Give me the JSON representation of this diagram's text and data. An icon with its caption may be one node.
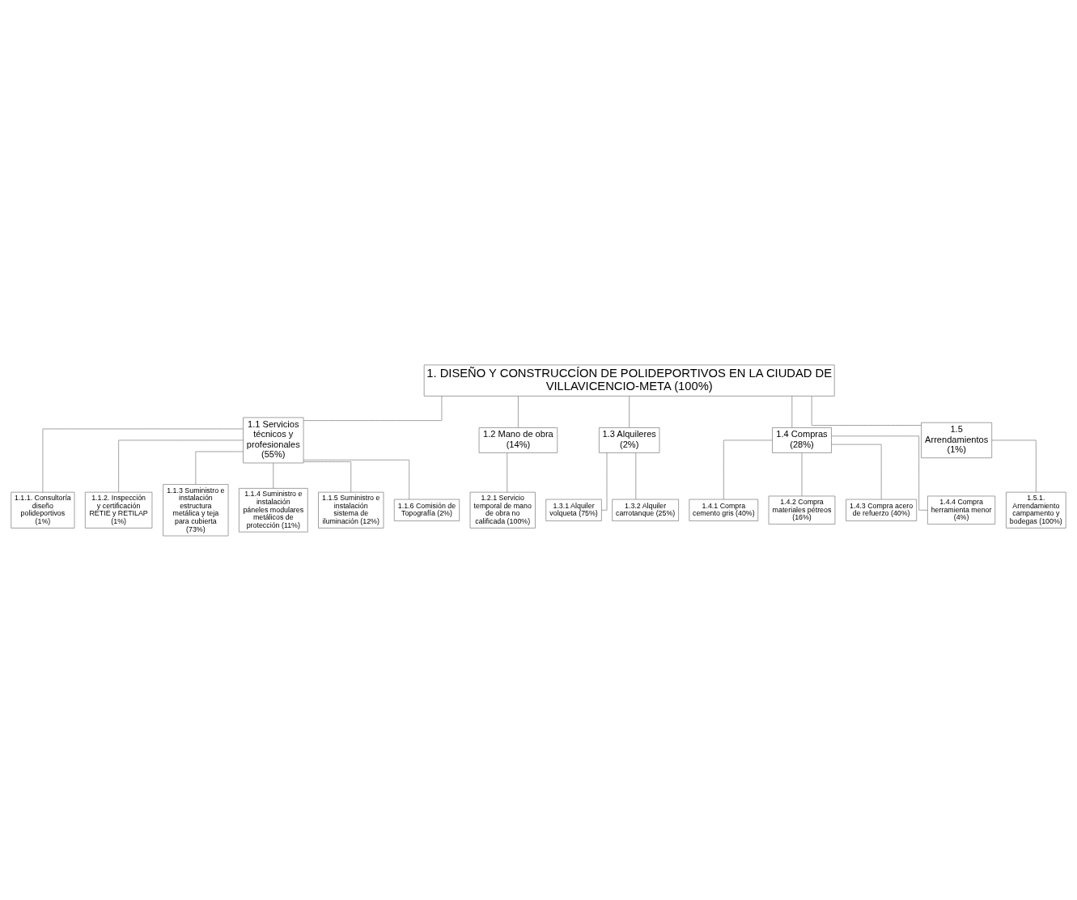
{
  "diagram": {
    "nodes": [
      {
        "text": [
          "1. DISEÑO Y CONSTRUCCÍON DE POLIDEPORTIVOS EN LA CIUDAD DE VILLAVICENCIO-META (100%)"
        ]
      },
      {
        "text": [
          "1.1 Servicios técnicos y profesionales (55%)"
        ]
      },
      {
        "text": [
          "1.2 Mano de obra (14%)"
        ]
      },
      {
        "text": [
          "1.3 Alquileres (2%)"
        ]
      },
      {
        "text": [
          "1.4 Compras (28%)"
        ]
      },
      {
        "text": [
          "1.5 Arrendamientos (1%)"
        ]
      },
      {
        "text": [
          "1.1.1. Consultoría diseño polideportivos (1%)"
        ]
      },
      {
        "text": [
          "1.1.2. Inspección y certificación RETIE y RETILAP (1%)"
        ]
      },
      {
        "text": [
          "1.1.3 Suministro e instalación estructura metálica y teja para cubierta (73%)"
        ]
      },
      {
        "text": [
          "1.1.4 Suministro e instalación páneles modulares metálicos de protección (11%)"
        ]
      },
      {
        "text": [
          "1.1.5 Suministro e instalación sistema de iluminación (12%)"
        ]
      },
      {
        "text": [
          "1.1.6 Comisión de Topografía (2%)"
        ]
      },
      {
        "text": [
          "1.2.1 Servicio temporal de mano de obra no calificada (100%)"
        ]
      },
      {
        "text": [
          "1.3.1 Alquiler volqueta (75%)"
        ]
      },
      {
        "text": [
          "1.3.2 Alquiler carrotanque (25%)"
        ]
      },
      {
        "text": [
          "1.4.1 Compra cemento gris (40%)"
        ]
      },
      {
        "text": [
          "1.4.2 Compra materiales pétreos (16%)"
        ]
      },
      {
        "text": [
          "1.4.3 Compra acero de refuerzo (40%)"
        ]
      },
      {
        "text": [
          "1.4.4 Compra herramienta menor (4%)"
        ]
      },
      {
        "text": [
          "1.5.1. Arrendamiento campamento y bodegas (100%)"
        ]
      }
    ],
    "edges": [
      {
        "from": 0,
        "to": 1,
        "arrow": "none"
      },
      {
        "from": 0,
        "to": 2,
        "arrow": "none"
      },
      {
        "from": 0,
        "to": 3,
        "arrow": "none"
      },
      {
        "from": 0,
        "to": 4,
        "arrow": "none"
      },
      {
        "from": 0,
        "to": 5,
        "arrow": "none"
      },
      {
        "from": 1,
        "to": 6,
        "arrow": "none"
      },
      {
        "from": 1,
        "to": 7,
        "arrow": "none"
      },
      {
        "from": 1,
        "to": 8,
        "arrow": "none"
      },
      {
        "from": 1,
        "to": 9,
        "arrow": "none"
      },
      {
        "from": 1,
        "to": 10,
        "arrow": "none"
      },
      {
        "from": 1,
        "to": 11,
        "arrow": "none"
      },
      {
        "from": 2,
        "to": 12,
        "arrow": "none"
      },
      {
        "from": 3,
        "to": 13,
        "arrow": "none"
      },
      {
        "from": 3,
        "to": 14,
        "arrow": "none"
      },
      {
        "from": 4,
        "to": 15,
        "arrow": "none"
      },
      {
        "from": 4,
        "to": 16,
        "arrow": "none"
      },
      {
        "from": 4,
        "to": 17,
        "arrow": "none"
      },
      {
        "from": 4,
        "to": 18,
        "arrow": "none"
      },
      {
        "from": 5,
        "to": 19,
        "arrow": "none"
      }
    ]
  }
}
